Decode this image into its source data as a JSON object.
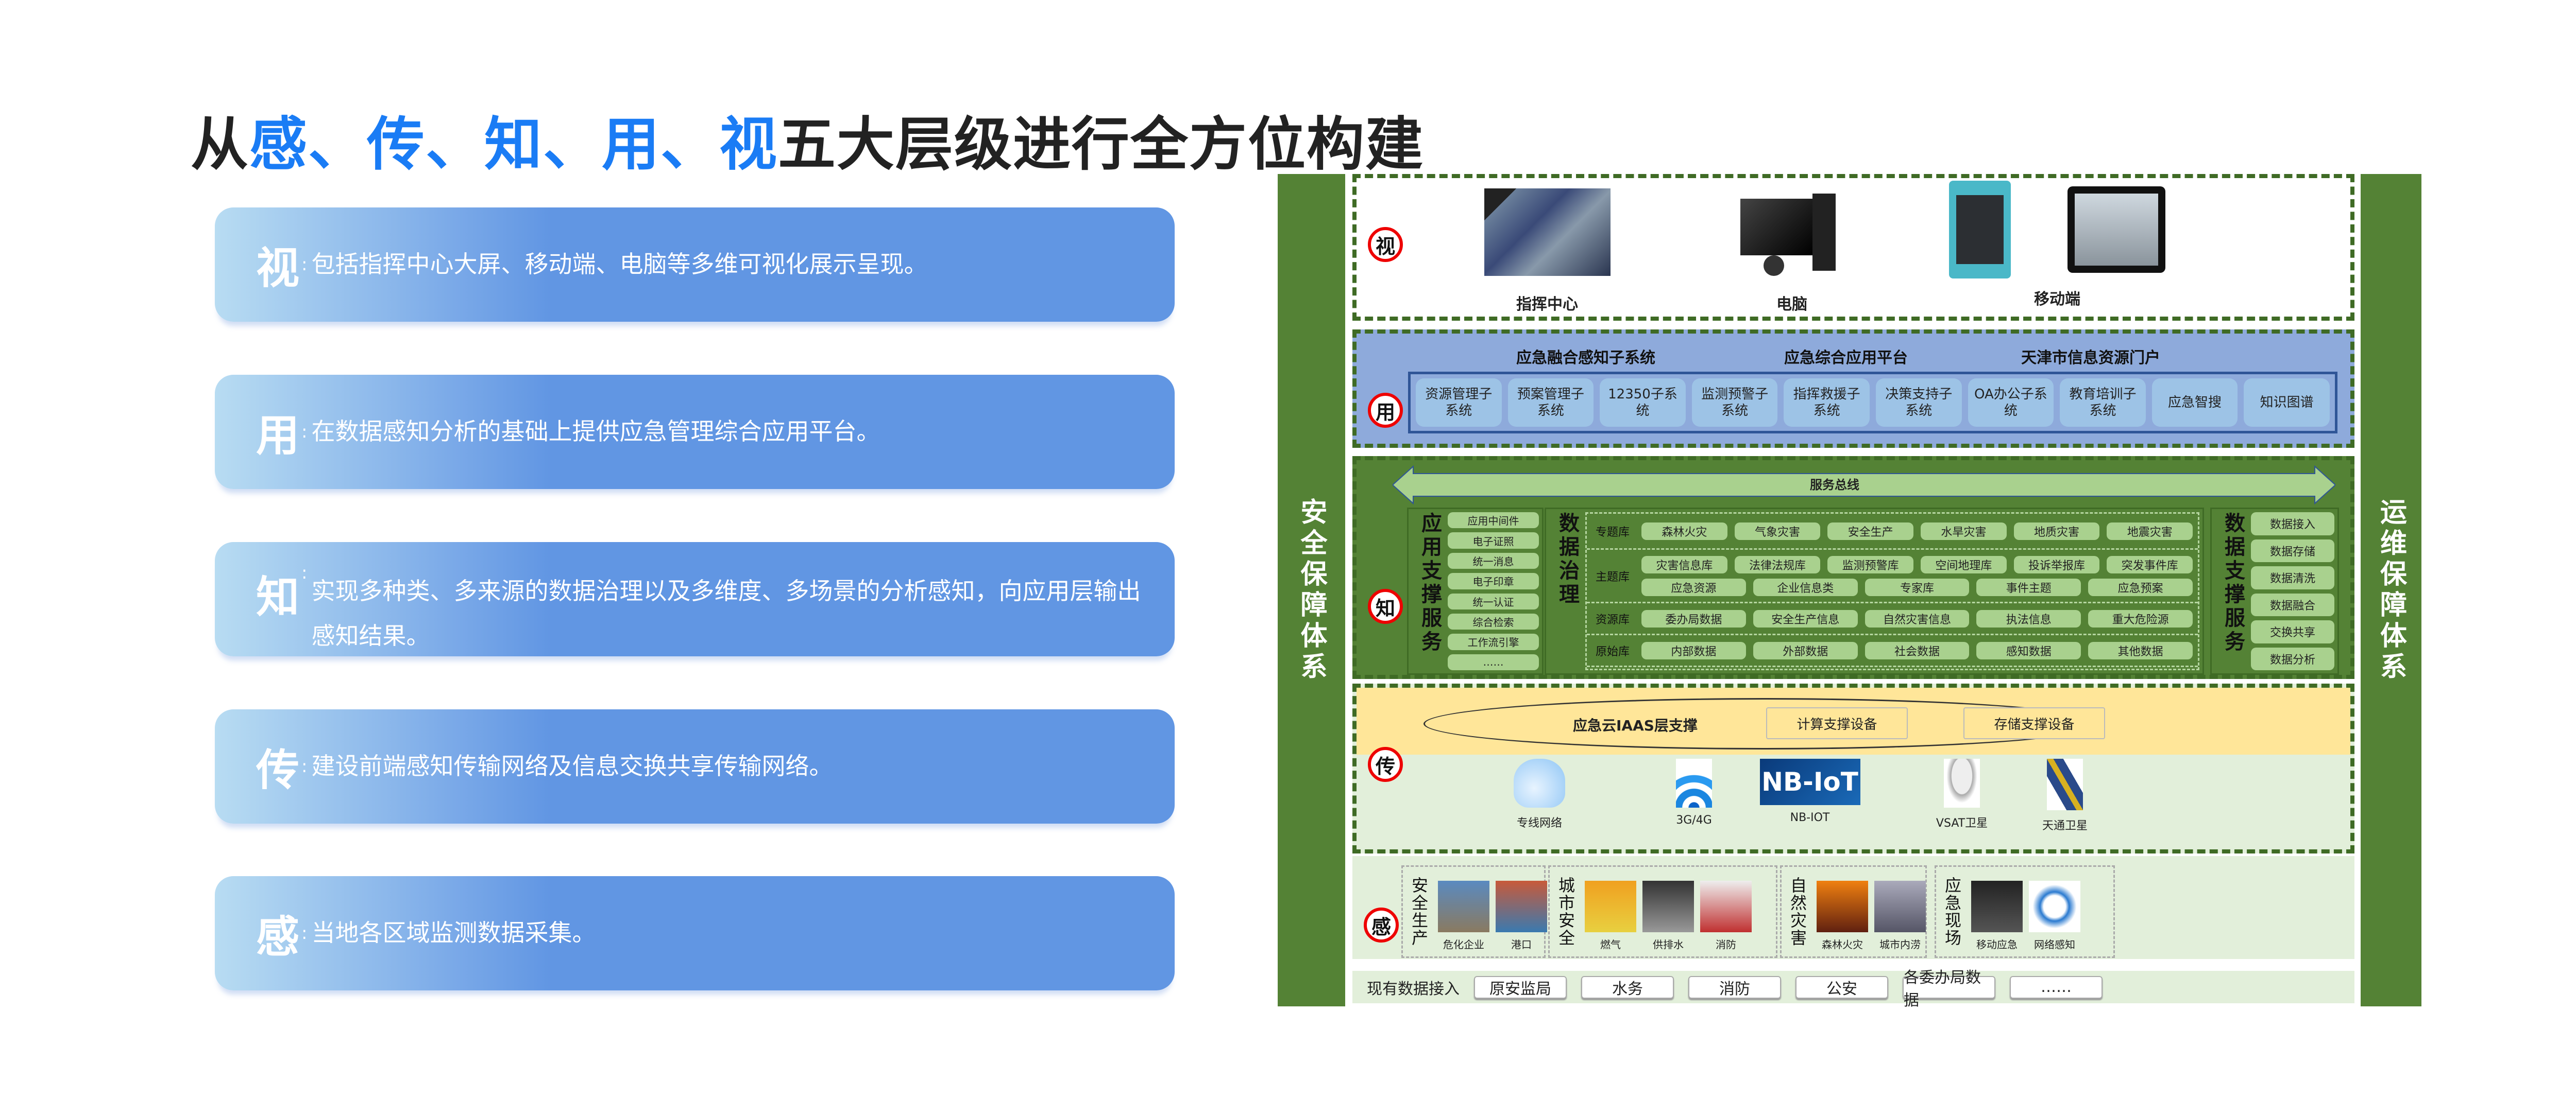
{
  "title": {
    "prefix": "从",
    "k1": "感",
    "s1": "、",
    "k2": "传",
    "s2": "、",
    "k3": "知",
    "s3": "、",
    "k4": "用",
    "s4": "、",
    "k5": "视",
    "suffix": "五大层级进行全方位构建"
  },
  "cards": [
    {
      "key": "视",
      "colon": ":",
      "text": "包括指挥中心大屏、移动端、电脑等多维可视化展示呈现。"
    },
    {
      "key": "用",
      "colon": ":",
      "text": "在数据感知分析的基础上提供应急管理综合应用平台。"
    },
    {
      "key": "知",
      "colon": ":",
      "text": "实现多种类、多来源的数据治理以及多维度、多场景的分析感知，向应用层输出感知结果。"
    },
    {
      "key": "传",
      "colon": ":",
      "text": "建设前端感知传输网络及信息交换共享传输网络。"
    },
    {
      "key": "感",
      "colon": ":",
      "text": "当地各区域监测数据采集。"
    }
  ],
  "diagram": {
    "left_bar": "安全保障体系",
    "right_bar": "运维保障体系",
    "view": {
      "badge": "视",
      "devices": [
        "指挥中心",
        "电脑",
        "移动端"
      ]
    },
    "use": {
      "badge": "用",
      "headers": [
        "应急融合感知子系统",
        "应急综合应用平台",
        "天津市信息资源门户"
      ],
      "systems": [
        "资源管理子系统",
        "预案管理子系统",
        "12350子系统",
        "监测预警子系统",
        "指挥救援子系统",
        "决策支持子系统",
        "OA办公子系统",
        "教育培训子系统",
        "应急智搜",
        "知识图谱"
      ]
    },
    "know": {
      "badge": "知",
      "bus": "服务总线",
      "app_support": {
        "title": "应用支撑服务",
        "items": [
          "应用中间件",
          "电子证照",
          "统一消息",
          "电子印章",
          "统一认证",
          "综合检索",
          "工作流引擎",
          "……"
        ]
      },
      "governance": {
        "title": "数据治理",
        "topic_lib": {
          "label": "专题库",
          "items": [
            "森林火灾",
            "气象灾害",
            "安全生产",
            "水旱灾害",
            "地质灾害",
            "地震灾害"
          ]
        },
        "theme_lib": {
          "label": "主题库",
          "row1": [
            "灾害信息库",
            "法律法规库",
            "监测预警库",
            "空间地理库",
            "投诉举报库",
            "突发事件库"
          ],
          "row2": [
            "应急资源",
            "企业信息类",
            "专家库",
            "事件主题",
            "应急预案"
          ]
        },
        "resource_lib": {
          "label": "资源库",
          "items": [
            "委办局数据",
            "安全生产信息",
            "自然灾害信息",
            "执法信息",
            "重大危险源"
          ]
        },
        "raw_lib": {
          "label": "原始库",
          "items": [
            "内部数据",
            "外部数据",
            "社会数据",
            "感知数据",
            "其他数据"
          ]
        }
      },
      "data_support": {
        "title": "数据支撑服务",
        "items": [
          "数据接入",
          "数据存储",
          "数据清洗",
          "数据融合",
          "交换共享",
          "数据分析"
        ]
      }
    },
    "transmit": {
      "badge": "传",
      "cloud": "应急云IAAS层支撑",
      "cloud_boxes": [
        "计算支撑设备",
        "存储支撑设备"
      ],
      "networks": [
        "专线网络",
        "3G/4G",
        "NB-IOT",
        "VSAT卫星",
        "天通卫星"
      ],
      "nbiot_logo": "NB-IoT"
    },
    "sense": {
      "badge": "感",
      "groups": [
        {
          "title": "安全生产",
          "items": [
            "危化企业",
            "港口"
          ]
        },
        {
          "title": "城市安全",
          "items": [
            "燃气",
            "供排水",
            "消防"
          ]
        },
        {
          "title": "自然灾害",
          "items": [
            "森林火灾",
            "城市内涝"
          ]
        },
        {
          "title": "应急现场",
          "items": [
            "移动应急",
            "网络感知"
          ]
        }
      ]
    },
    "existing": {
      "label": "现有数据接入",
      "items": [
        "原安监局",
        "水务",
        "消防",
        "公安",
        "各委办局数据",
        "……"
      ]
    }
  }
}
